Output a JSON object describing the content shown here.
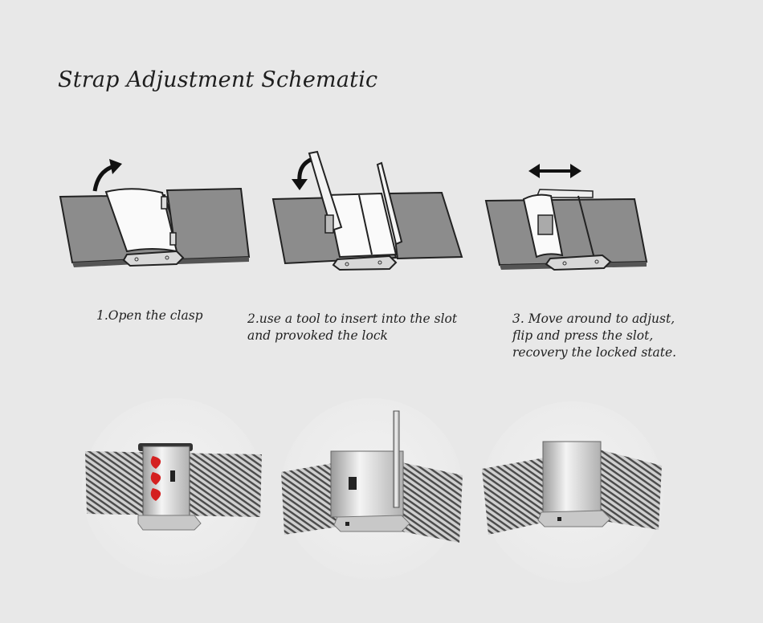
{
  "title": "Strap Adjustment Schematic",
  "steps": [
    {
      "number": 1,
      "caption": "1.Open the clasp",
      "arrow": "curved-arrow-up-right-icon"
    },
    {
      "number": 2,
      "caption": "2.use a tool to insert into the slot\nand provoked the lock",
      "arrow": "curved-arrow-down-left-icon"
    },
    {
      "number": 3,
      "caption": "3. Move around to adjust,\nflip and press the slot,\nrecovery the locked state.",
      "arrow": "double-arrow-horizontal-icon"
    }
  ],
  "photos": [
    {
      "label": "mesh-strap-clasp-closed-with-red-arrows"
    },
    {
      "label": "mesh-strap-clasp-open-with-tool"
    },
    {
      "label": "mesh-strap-clasp-locked"
    }
  ],
  "colors": {
    "background": "#e8e8e8",
    "strap": "#8a8a8a",
    "clasp": "#f5f5f5",
    "outline": "#222222",
    "accent_red": "#d42020"
  }
}
